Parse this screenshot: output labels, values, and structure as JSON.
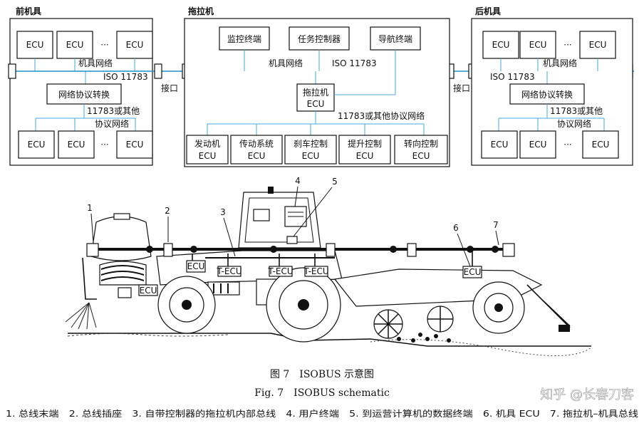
{
  "front": {
    "title": "前机具",
    "ecu": "ECU",
    "dots": "···",
    "network": "机具网络",
    "iso": "ISO 11783",
    "converter": "网络协议转换",
    "other1": "11783或其他",
    "other2": "协议网络"
  },
  "interface_label": "接口",
  "tractor": {
    "title": "拖拉机",
    "monitor": "监控终端",
    "task": "任务控制器",
    "nav": "导航终端",
    "network": "机具网络",
    "iso": "ISO 11783",
    "ecu_line1": "拖拉机",
    "ecu_line2": "ECU",
    "other": "11783或其他协议网络",
    "bottom_ecus": [
      {
        "l1": "发动机",
        "l2": "ECU"
      },
      {
        "l1": "传动系统",
        "l2": "ECU"
      },
      {
        "l1": "刹车控制",
        "l2": "ECU"
      },
      {
        "l1": "提升控制",
        "l2": "ECU"
      },
      {
        "l1": "转向控制",
        "l2": "ECU"
      }
    ]
  },
  "rear": {
    "title": "后机具",
    "ecu": "ECU",
    "dots": "···",
    "network": "机具网络",
    "iso": "ISO 11783",
    "converter": "网络协议转换",
    "other1": "11783或其他",
    "other2": "协议网络"
  },
  "machine": {
    "callouts": [
      "1",
      "2",
      "3",
      "4",
      "5",
      "6",
      "7"
    ],
    "ecu": "ECU",
    "tecu": "T-ECU"
  },
  "caption_cn": "图 7　ISOBUS 示意图",
  "caption_en": "Fig. 7　ISOBUS schematic",
  "legend": "1. 总线末端　2. 总线插座　3. 自带控制器的拖拉机内部总线　4. 用户终端　5. 到运营计算机的数据终端　6. 机具 ECU　7. 拖拉机–机具总线",
  "watermark": "知乎 @长春刀客"
}
